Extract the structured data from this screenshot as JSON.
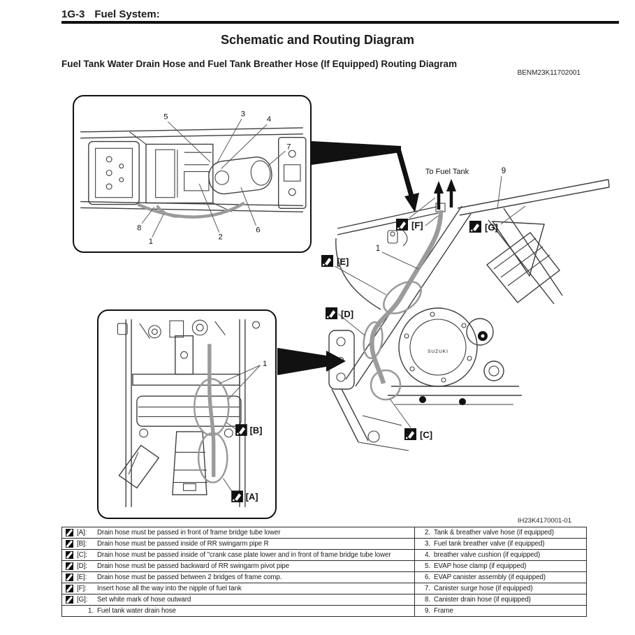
{
  "header": {
    "page_code": "1G-3",
    "section": "Fuel System:",
    "title": "Schematic and Routing Diagram",
    "subtitle": "Fuel Tank Water Drain Hose and Fuel Tank Breather Hose (If Equipped) Routing Diagram",
    "ref_code": "BENM23K11702001"
  },
  "figure": {
    "ref_code": "IH23K4170001-01",
    "to_fuel_tank": "To Fuel Tank",
    "engine_text": "SUZUKI",
    "view_tags": {
      "A": "[A]",
      "B": "[B]",
      "C": "[C]",
      "D": "[D]",
      "E": "[E]",
      "F": "[F]",
      "G": "[G]"
    },
    "main_callouts": {
      "frame": "9",
      "hose": "1"
    },
    "bottom_inset_callout": "1",
    "top_inset_callouts": [
      "5",
      "3",
      "4",
      "7",
      "8",
      "1",
      "2",
      "6"
    ]
  },
  "legend": {
    "left": [
      {
        "icon": "view-direction",
        "key": "[A]:",
        "text": "Drain hose must be passed in front of frame bridge tube lower"
      },
      {
        "icon": "view-direction",
        "key": "[B]:",
        "text": "Drain hose must be passed inside of RR swingarm pipe R"
      },
      {
        "icon": "view-direction",
        "key": "[C]:",
        "text": "Drain hose must be passed inside of \"crank case plate lower and in front of frame bridge tube lower"
      },
      {
        "icon": "view-direction",
        "key": "[D]:",
        "text": "Drain hose must be passed backward of RR swingarm pivot pipe"
      },
      {
        "icon": "view-direction",
        "key": "[E]:",
        "text": "Drain hose must be passed between 2 bridges of frame comp."
      },
      {
        "icon": "view-direction",
        "key": "[F]:",
        "text": "Insert hose all the way into the nipple of fuel tank"
      },
      {
        "icon": "view-direction",
        "key": "[G]:",
        "text": "Set white mark of hose outward"
      },
      {
        "icon": null,
        "key": "1.",
        "text": "Fuel tank water drain hose"
      }
    ],
    "right": [
      {
        "key": "2.",
        "text": "Tank & breather valve hose (if equipped)"
      },
      {
        "key": "3.",
        "text": "Fuel tank breather valve (if equipped)"
      },
      {
        "key": "4.",
        "text": "breather valve cushion (if equipped)"
      },
      {
        "key": "5.",
        "text": "EVAP hose clamp (if equipped)"
      },
      {
        "key": "6.",
        "text": "EVAP canister assembly (if equipped)"
      },
      {
        "key": "7.",
        "text": "Canister surge hose (if equipped)"
      },
      {
        "key": "8.",
        "text": "Canister drain hose (if equipped)"
      },
      {
        "key": "9.",
        "text": "Frame"
      }
    ]
  },
  "colors": {
    "ink": "#111111",
    "line": "#3d3d3d",
    "hose": "#9b9b9b",
    "highlight": "#999999"
  }
}
